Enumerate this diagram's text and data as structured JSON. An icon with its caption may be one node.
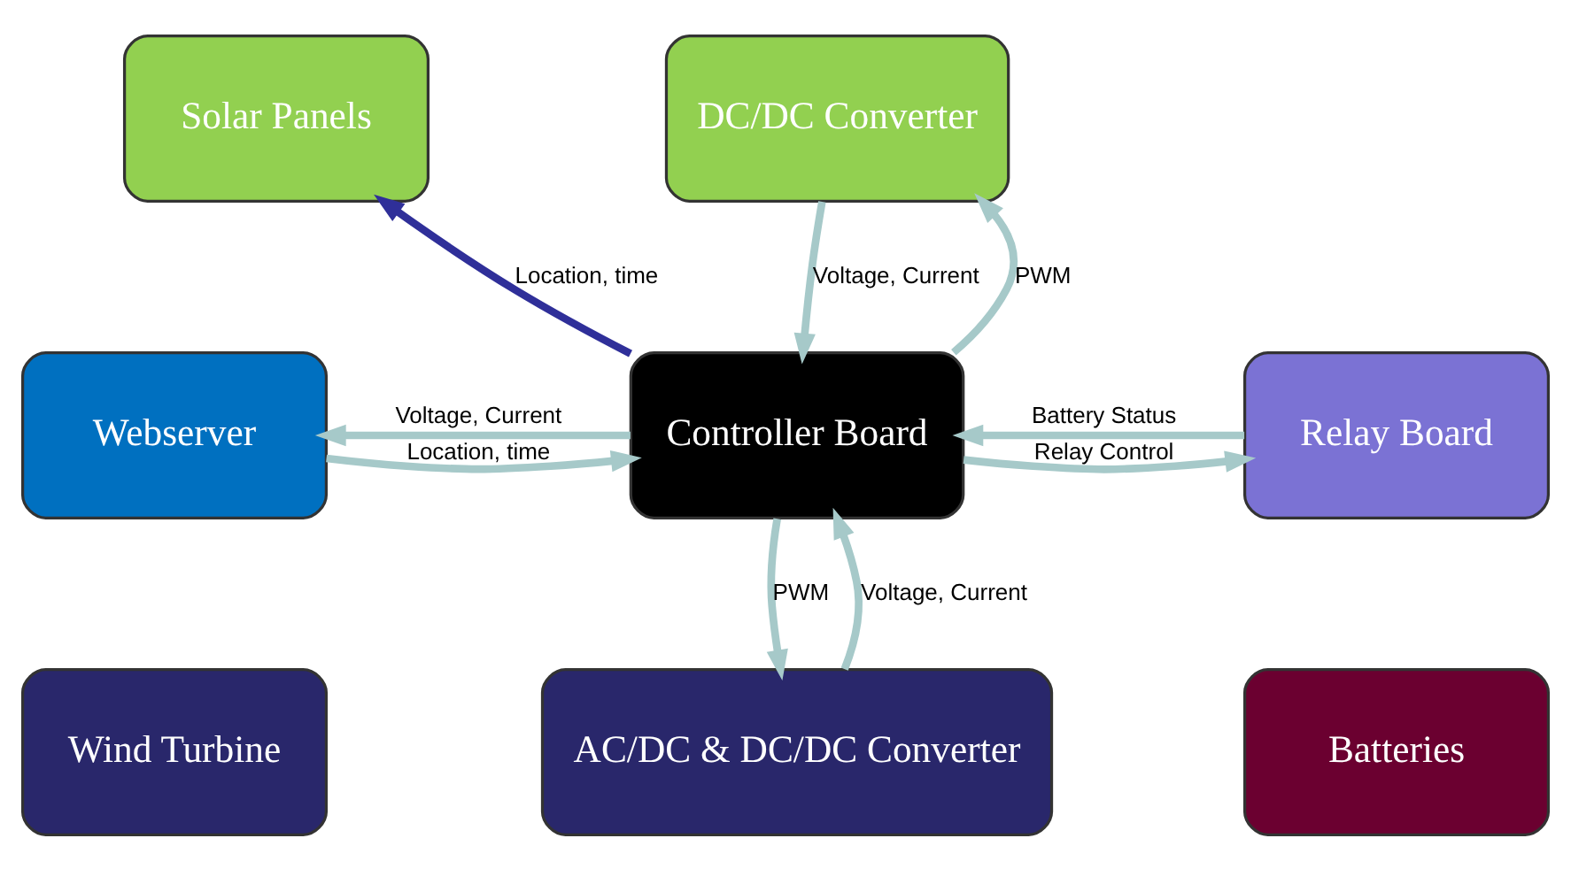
{
  "diagram": {
    "nodes": [
      {
        "text": [
          "Solar Panels"
        ]
      },
      {
        "text": [
          "DC/DC Converter"
        ]
      },
      {
        "text": [
          "Webserver"
        ]
      },
      {
        "text": [
          "Controller Board"
        ]
      },
      {
        "text": [
          "Relay Board"
        ]
      },
      {
        "text": [
          "Wind Turbine"
        ]
      },
      {
        "text": [
          "AC/DC & DC/DC Converter"
        ]
      },
      {
        "text": [
          "Batteries"
        ]
      }
    ],
    "edges": [
      {
        "from": 3,
        "to": 0,
        "arrow": "to",
        "label": "Location, time",
        "color": "#2f2f99"
      },
      {
        "from": 1,
        "to": 3,
        "arrow": "to",
        "label": "Voltage, Current"
      },
      {
        "from": 3,
        "to": 1,
        "arrow": "to",
        "label": "PWM"
      },
      {
        "from": 2,
        "to": 3,
        "arrow": "to",
        "label": "Location, time"
      },
      {
        "from": 3,
        "to": 2,
        "arrow": "to",
        "label": "Voltage, Current"
      },
      {
        "from": 4,
        "to": 3,
        "arrow": "to",
        "label": "Battery Status"
      },
      {
        "from": 3,
        "to": 4,
        "arrow": "to",
        "label": "Relay Control"
      },
      {
        "from": 3,
        "to": 6,
        "arrow": "to",
        "label": "PWM"
      },
      {
        "from": 6,
        "to": 3,
        "arrow": "to",
        "label": "Voltage, Current"
      }
    ]
  }
}
